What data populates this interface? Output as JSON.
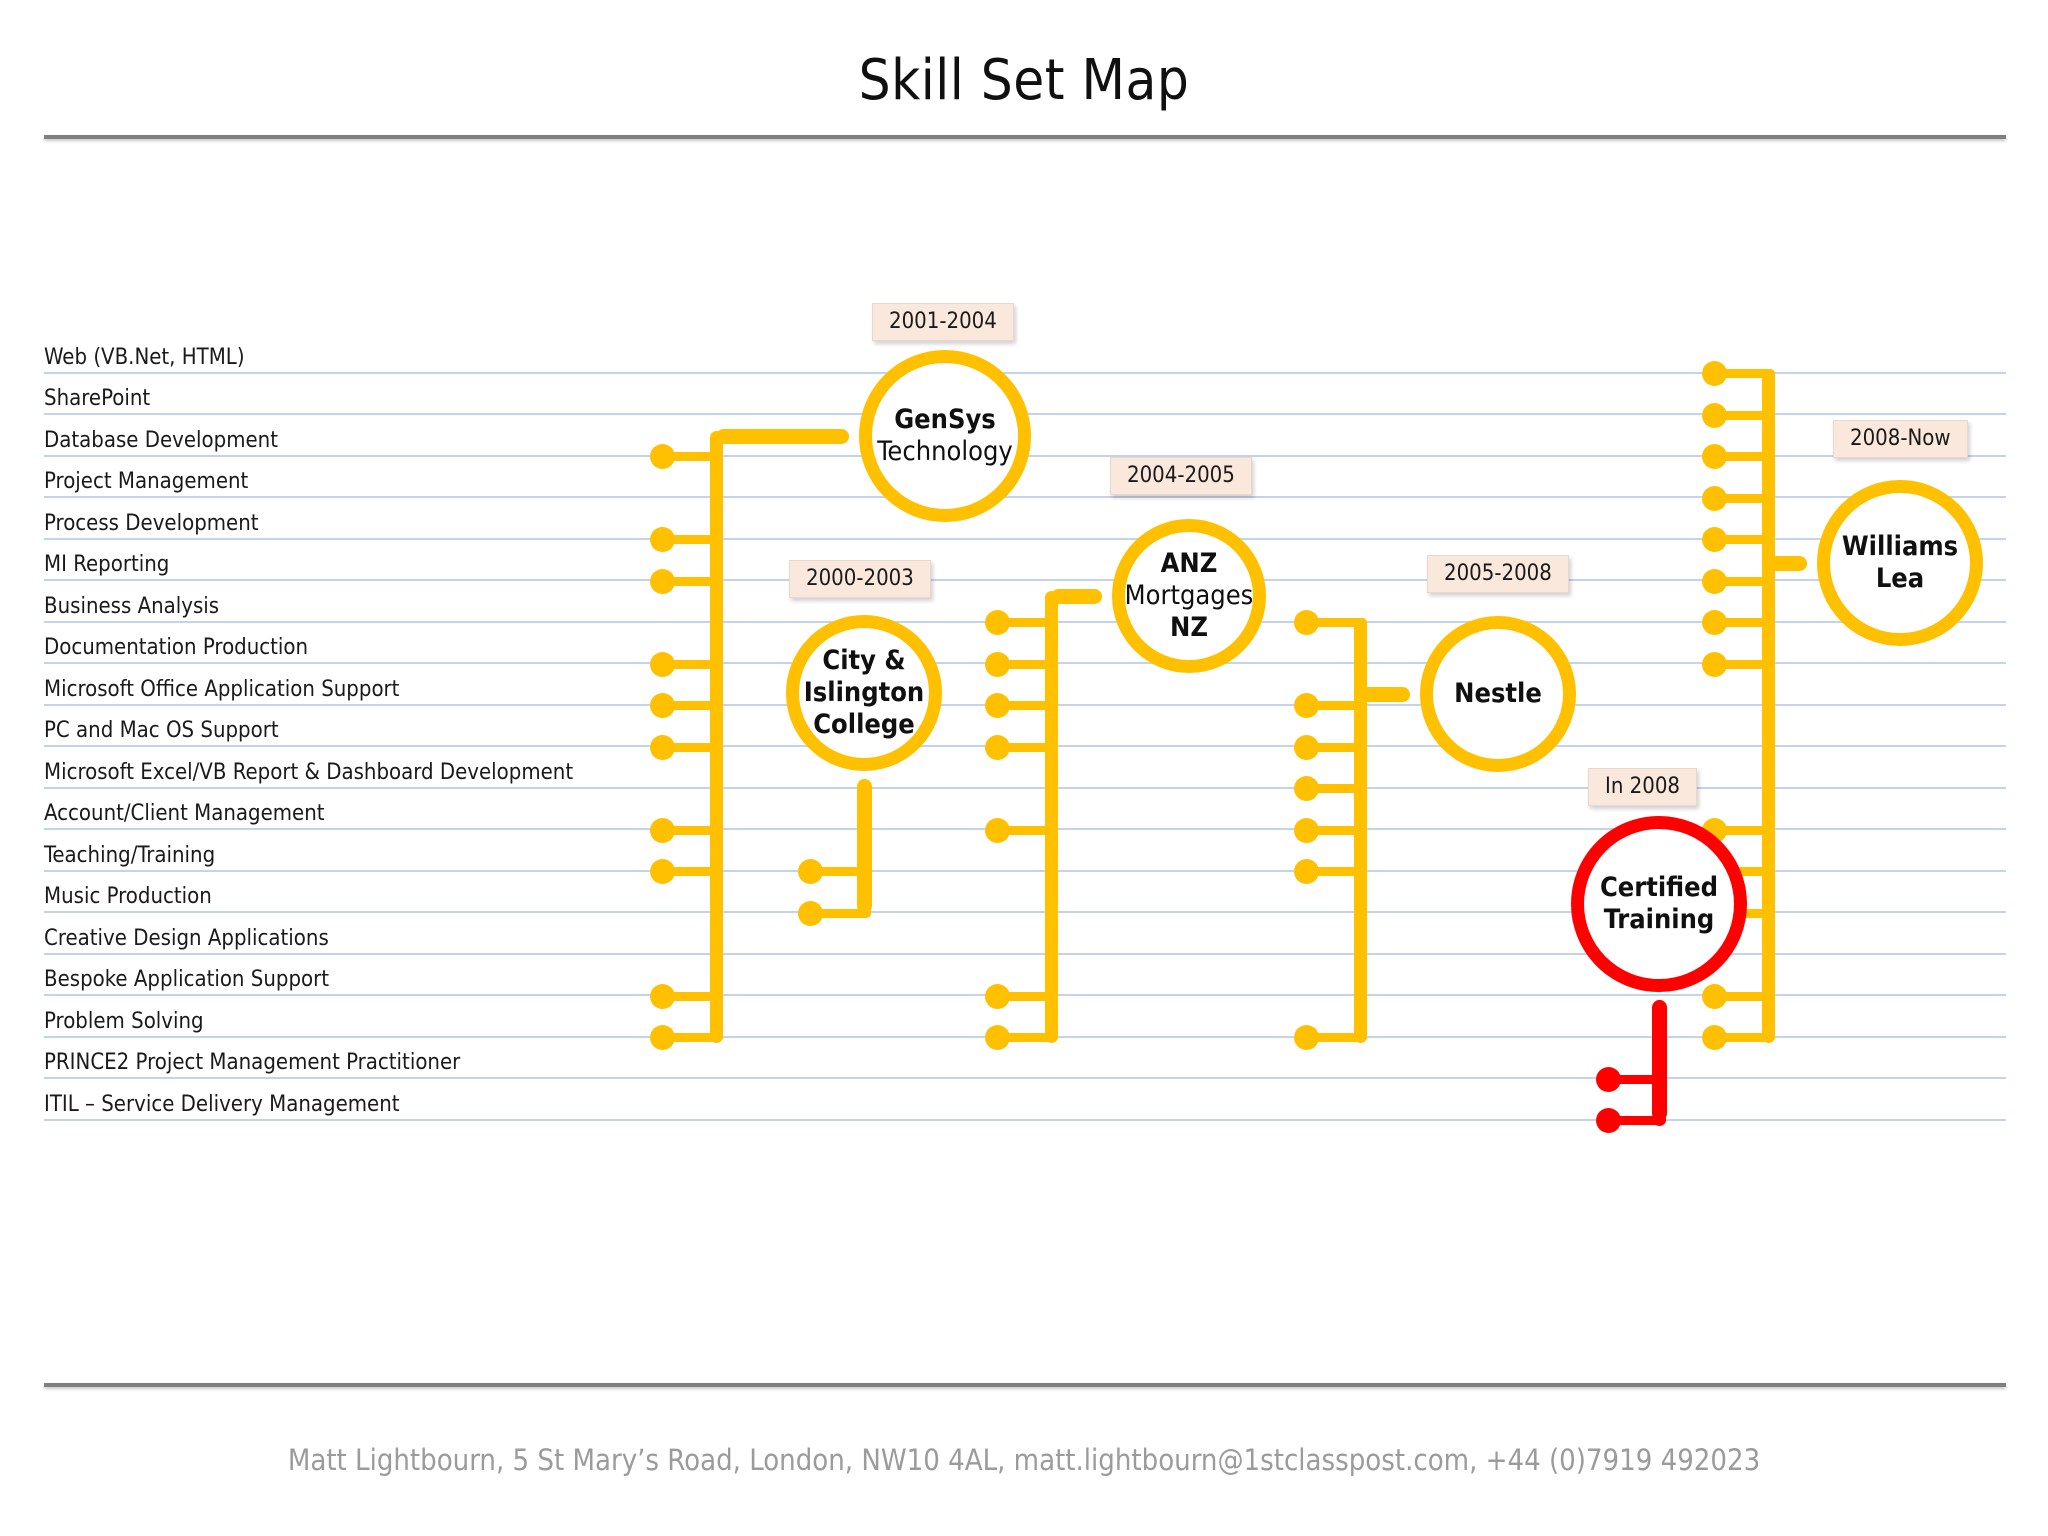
{
  "header": {
    "title": "Skill Set Map"
  },
  "footer": {
    "text": "Matt Lightbourn, 5 St Mary’s Road, London, NW10 4AL, matt.lightbourn@1stclasspost.com, +44 (0)7919 492023"
  },
  "colors": {
    "accent_yellow": "#FFC000",
    "accent_red": "#FF0000",
    "row_rule": "#C3D4EA",
    "tag_background": "#FBE8DC",
    "divider": "#7F7F7F",
    "footer_text": "#9B9B9B"
  },
  "skills": [
    "Web (VB.Net, HTML)",
    "SharePoint",
    "Database Development",
    "Project Management",
    "Process Development",
    "MI Reporting",
    "Business Analysis",
    "Documentation Production",
    "Microsoft Office Application Support",
    "PC and Mac  OS Support",
    "Microsoft Excel/VB Report & Dashboard Development",
    "Account/Client Management",
    "Teaching/Training",
    "Music Production",
    "Creative Design Applications",
    "Bespoke Application Support",
    "Problem Solving",
    "PRINCE2 Project Management Practitioner",
    "ITIL – Service Delivery Management"
  ],
  "nodes": [
    {
      "id": "gensys",
      "lines": [
        "GenSys",
        "Technology"
      ],
      "bold": [
        true,
        false
      ],
      "date_label": "2001-2004",
      "color": "#FFC000",
      "skills": [
        "Database Development",
        "Process Development",
        "MI Reporting",
        "Documentation Production",
        "Microsoft Office Application Support",
        "PC and Mac  OS Support",
        "Account/Client Management",
        "Teaching/Training",
        "Bespoke Application Support",
        "Problem Solving"
      ]
    },
    {
      "id": "city-islington",
      "lines": [
        "City &",
        "Islington",
        "College"
      ],
      "bold": [
        true,
        true,
        true
      ],
      "date_label": "2000-2003",
      "color": "#FFC000",
      "skills": [
        "Teaching/Training",
        "Music Production"
      ]
    },
    {
      "id": "anz",
      "lines": [
        "ANZ",
        "Mortgages",
        "NZ"
      ],
      "bold": [
        true,
        false,
        true
      ],
      "date_label": "2004-2005",
      "color": "#FFC000",
      "skills": [
        "Business Analysis",
        "Documentation Production",
        "Microsoft Office Application Support",
        "PC and Mac  OS Support",
        "Account/Client Management",
        "Bespoke Application Support",
        "Problem Solving"
      ]
    },
    {
      "id": "nestle",
      "lines": [
        "Nestle"
      ],
      "bold": [
        true
      ],
      "date_label": "2005-2008",
      "color": "#FFC000",
      "skills": [
        "Business Analysis",
        "Microsoft Office Application Support",
        "PC and Mac  OS Support",
        "Microsoft Excel/VB Report & Dashboard Development",
        "Account/Client Management",
        "Teaching/Training",
        "Problem Solving"
      ]
    },
    {
      "id": "williams-lea",
      "lines": [
        "Williams",
        "Lea"
      ],
      "bold": [
        true,
        true
      ],
      "date_label": "2008-Now",
      "color": "#FFC000",
      "skills": [
        "Web (VB.Net, HTML)",
        "SharePoint",
        "Database Development",
        "Project Management",
        "Process Development",
        "MI Reporting",
        "Business Analysis",
        "Documentation Production",
        "Account/Client Management",
        "Teaching/Training",
        "Music Production",
        "Bespoke Application Support",
        "Problem Solving"
      ]
    },
    {
      "id": "certified-training",
      "lines": [
        "Certified",
        "Training"
      ],
      "bold": [
        true,
        true
      ],
      "date_label": "In 2008",
      "color": "#FF0000",
      "skills": [
        "PRINCE2 Project Management Practitioner",
        "ITIL – Service Delivery Management"
      ]
    }
  ]
}
